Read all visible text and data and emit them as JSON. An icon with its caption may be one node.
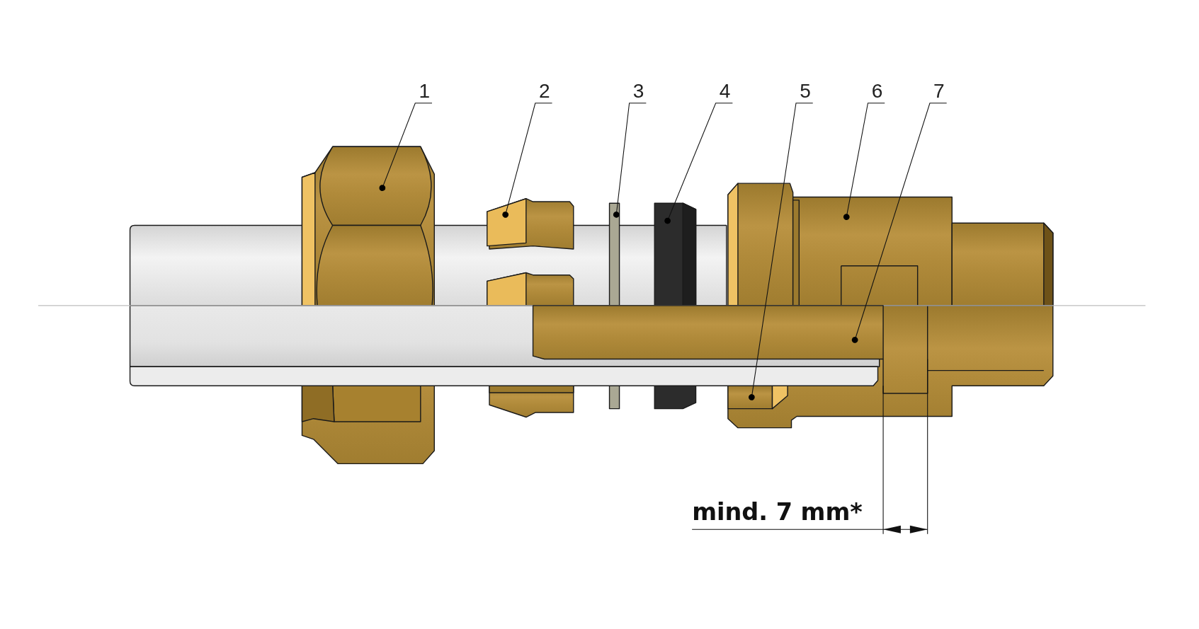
{
  "diagram": {
    "nodes": [
      {
        "text": [
          "1"
        ]
      },
      {
        "text": [
          "2"
        ]
      },
      {
        "text": [
          "3"
        ]
      },
      {
        "text": [
          "4"
        ]
      },
      {
        "text": [
          "5"
        ]
      },
      {
        "text": [
          "6"
        ]
      },
      {
        "text": [
          "7"
        ]
      },
      {
        "text": [],
        "shape": "picture"
      },
      {
        "text": [],
        "shape": "picture"
      },
      {
        "text": [],
        "shape": "picture"
      },
      {
        "text": [],
        "shape": "picture"
      },
      {
        "text": [],
        "shape": "picture",
        "in": 12
      },
      {
        "text": [],
        "shape": "picture"
      },
      {
        "text": [],
        "shape": "picture"
      }
    ],
    "edges": [
      {
        "from": 0,
        "to": 7,
        "arrow": "other"
      },
      {
        "from": 1,
        "to": 8,
        "arrow": "other"
      },
      {
        "from": 2,
        "to": 9,
        "arrow": "other"
      },
      {
        "from": 3,
        "to": 10,
        "arrow": "other"
      },
      {
        "from": 4,
        "to": 11,
        "arrow": "other"
      },
      {
        "from": 5,
        "to": 12,
        "arrow": "other"
      },
      {
        "from": 6,
        "to": 13,
        "arrow": "other"
      }
    ],
    "labels": [
      "mind. 7 mm*"
    ]
  }
}
